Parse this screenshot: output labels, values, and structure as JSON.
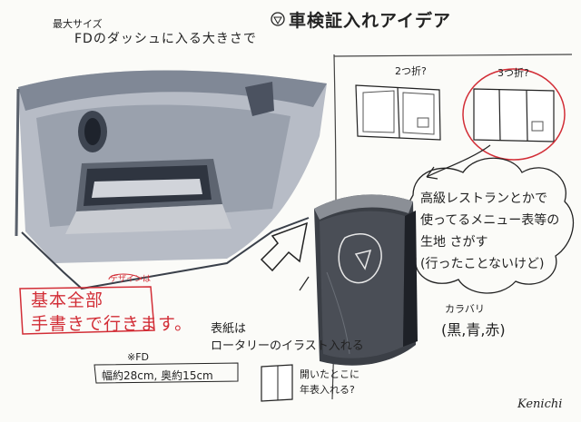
{
  "heading": {
    "top_note": "最大サイズ",
    "subtitle": "FDのダッシュに入る大きさで",
    "title": "車検証入れアイデア"
  },
  "folds": {
    "two_fold": "2つ折?",
    "three_fold": "3つ折?"
  },
  "bubble": {
    "lines": [
      "高級レストランとかで",
      "使ってるメニュー表等の",
      "生地 さがす",
      "(行ったことないけど)"
    ]
  },
  "colors": {
    "label": "カラバリ",
    "options": "(黒,青,赤)"
  },
  "cover": {
    "line1": "表紙は",
    "line2": "ロータリーのイラスト入れる"
  },
  "design_note": {
    "small": "デザインは",
    "line1": "基本全部",
    "line2": "手書きで行きます。"
  },
  "fd_size": {
    "label": "※FD",
    "dims": "幅約28cm, 奥約15cm"
  },
  "booklet": {
    "line1": "開いたとこに",
    "line2": "年表入れる?"
  },
  "signature": "Kenichi"
}
